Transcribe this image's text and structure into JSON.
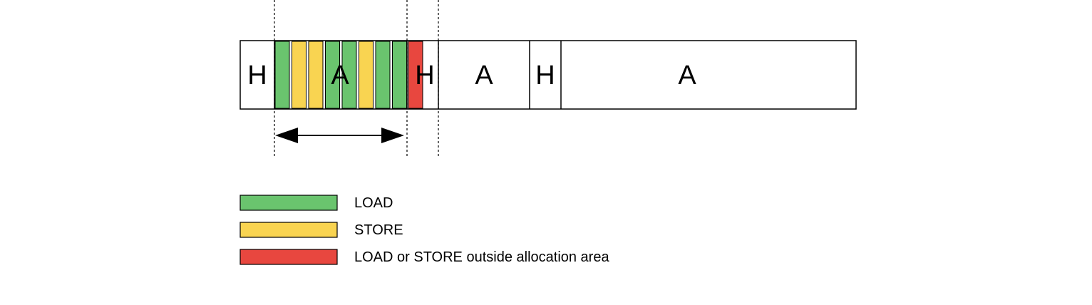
{
  "colors": {
    "load": "#6ac46e",
    "store": "#f9d451",
    "outside": "#e8473f",
    "outline": "#000000",
    "background": "#ffffff"
  },
  "memory": {
    "blocks": [
      {
        "id": "h1",
        "label": "H",
        "kind": "header"
      },
      {
        "id": "a1",
        "label": "A",
        "kind": "allocation"
      },
      {
        "id": "h2",
        "label": "H",
        "kind": "header"
      },
      {
        "id": "a2",
        "label": "A",
        "kind": "allocation"
      },
      {
        "id": "h3",
        "label": "H",
        "kind": "header"
      },
      {
        "id": "a3",
        "label": "A",
        "kind": "allocation"
      }
    ],
    "accesses": [
      "load",
      "store",
      "store",
      "load",
      "load",
      "store",
      "load",
      "load",
      "outside"
    ]
  },
  "legend": [
    {
      "key": "load",
      "label": "LOAD"
    },
    {
      "key": "store",
      "label": "STORE"
    },
    {
      "key": "outside",
      "label": "LOAD or STORE outside allocation area"
    }
  ]
}
